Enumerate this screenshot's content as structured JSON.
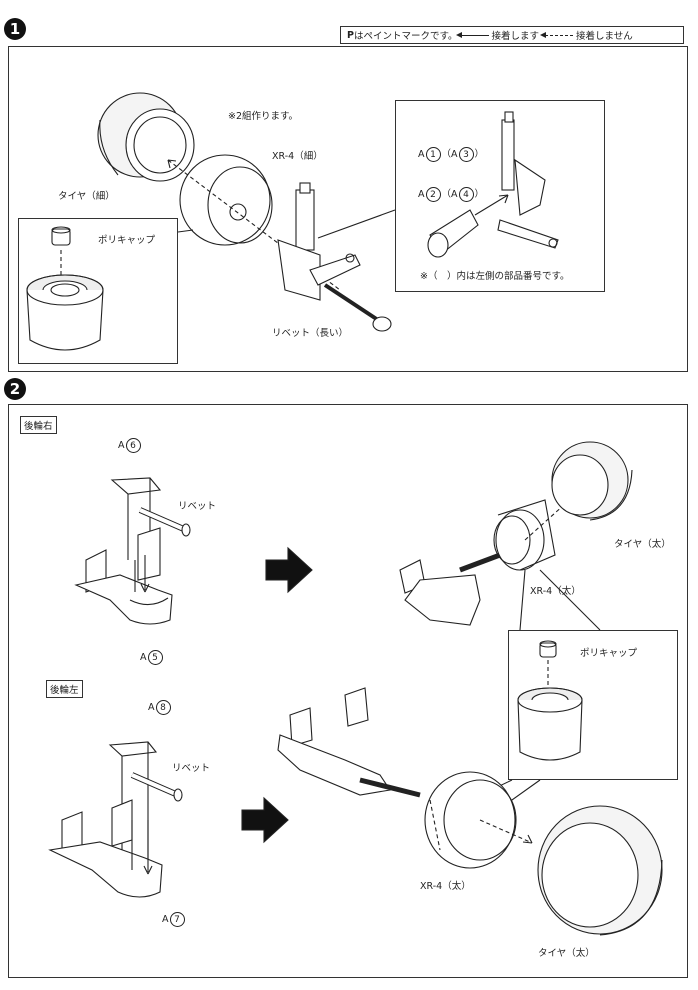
{
  "step1": {
    "number": "1",
    "legend": {
      "paint_mark": "P",
      "paint_text": "はペイントマークです。",
      "glue": "接着します",
      "no_glue": "接着しません"
    },
    "make_two": "※2組作ります。",
    "tire_thin": "タイヤ（細）",
    "rim_thin": "XR-4（細）",
    "polycap": "ポリキャップ",
    "rivet_long": "リベット（長い）",
    "part_a1": "1",
    "part_a3": "3",
    "part_a2": "2",
    "part_a4": "4",
    "part_prefix": "A",
    "note": "※（　）内は左側の部品番号です。"
  },
  "step2": {
    "number": "2",
    "rear_right": "後輪右",
    "rear_left": "後輪左",
    "part_prefix": "A",
    "part6": "6",
    "part5": "5",
    "part8": "8",
    "part7": "7",
    "rivet": "リベット",
    "rivet2": "リベット",
    "tire_wide": "タイヤ（太）",
    "rim_wide": "XR-4（太）",
    "polycap": "ポリキャップ",
    "rim_wide2": "XR-4（太）",
    "tire_wide2": "タイヤ（太）"
  }
}
